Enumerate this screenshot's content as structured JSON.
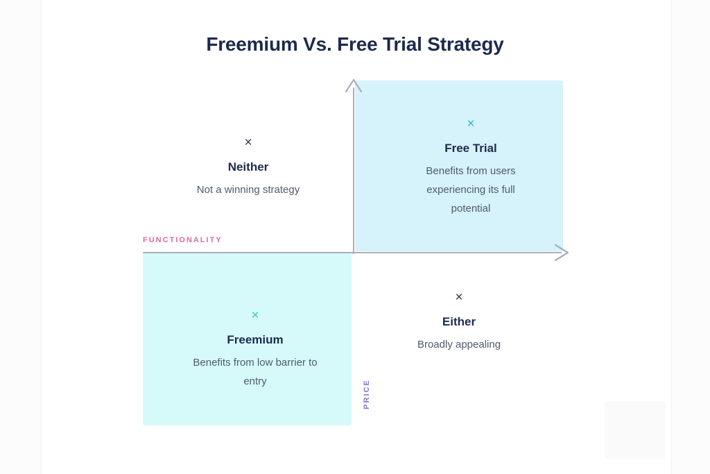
{
  "slide": {
    "title": "Freemium Vs. Free Trial Strategy",
    "background_color": "#ffffff"
  },
  "axes": {
    "y_label": "PRICE",
    "y_label_color": "#7b79d6",
    "x_label": "FUNCTIONALITY",
    "x_label_color": "#e06b9c",
    "axis_color": "#a9aebe",
    "y_arrow_icon": "arrow-up-icon",
    "x_arrow_icon": "arrow-right-icon"
  },
  "chart_data": {
    "type": "scatter",
    "title": "Freemium Vs. Free Trial Strategy",
    "xlabel": "FUNCTIONALITY",
    "ylabel": "PRICE",
    "grid": false,
    "legend": "none",
    "quadrants": [
      {
        "id": "neither",
        "position": "top-left",
        "title": "Neither",
        "description": "Not a winning strategy",
        "marker": "×",
        "marker_color": "#2a3550",
        "fill": "none",
        "price": "high",
        "functionality": "low"
      },
      {
        "id": "free-trial",
        "position": "top-right",
        "title": "Free Trial",
        "description": "Benefits from users experiencing its full potential",
        "marker": "×",
        "marker_color": "#2ab6dd",
        "fill": "#d6f2fa",
        "price": "high",
        "functionality": "high"
      },
      {
        "id": "freemium",
        "position": "bottom-left",
        "title": "Freemium",
        "description": "Benefits from low barrier to entry",
        "marker": "×",
        "marker_color": "#3ecac5",
        "fill": "#d6fafa",
        "price": "low",
        "functionality": "low"
      },
      {
        "id": "either",
        "position": "bottom-right",
        "title": "Either",
        "description": "Broadly appealing",
        "marker": "×",
        "marker_color": "#2a3550",
        "fill": "none",
        "price": "low",
        "functionality": "high"
      }
    ]
  },
  "quadrants": {
    "neither": {
      "marker": "×",
      "title": "Neither",
      "desc": "Not a winning strategy"
    },
    "free_trial": {
      "marker": "×",
      "title": "Free Trial",
      "desc": "Benefits from users experiencing its full potential"
    },
    "freemium": {
      "marker": "×",
      "title": "Freemium",
      "desc": "Benefits from low barrier to entry"
    },
    "either": {
      "marker": "×",
      "title": "Either",
      "desc": "Broadly appealing"
    }
  }
}
